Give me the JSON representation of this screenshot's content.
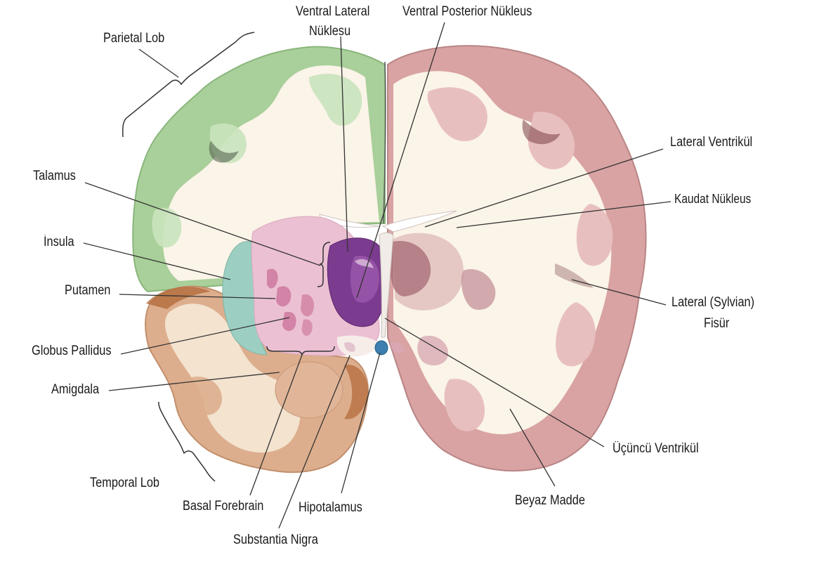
{
  "labels": {
    "parietal_lob": "Parietal Lob",
    "ventral_lateral_line1": "Ventral Lateral",
    "ventral_lateral_line2": "Nüklesu",
    "ventral_posterior": "Ventral Posterior Nükleus",
    "lateral_ventrikul": "Lateral Ventrikül",
    "talamus": "Talamus",
    "kaudat": "Kaudat Nükleus",
    "insula": "İnsula",
    "putamen": "Putamen",
    "sylvian_line1": "Lateral (Sylvian)",
    "sylvian_line2": "Fisür",
    "globus_pallidus": "Globus Pallidus",
    "amigdala": "Amigdala",
    "ucuncu_ventrikul": "Üçüncü Ventrikül",
    "temporal_lob": "Temporal Lob",
    "beyaz_madde": "Beyaz Madde",
    "basal_forebrain": "Basal Forebrain",
    "hipotalamus": "Hipotalamus",
    "substantia_nigra": "Substantia Nigra"
  },
  "colors": {
    "parietal_green": "#a9cf9a",
    "white_matter": "#fbf4e8",
    "right_cortex_pink": "#d9a3a3",
    "temporal_tan": "#ddae8d",
    "thalamus_purple": "#7b3b8e",
    "basal_pink": "#ecc0d3",
    "insula_teal": "#9ccfc2",
    "hypothalamus_blue": "#3c7fb0"
  }
}
